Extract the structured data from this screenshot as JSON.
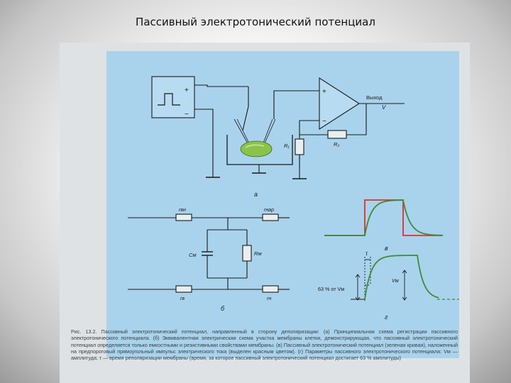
{
  "slide": {
    "title": "Пассивный электротонический потенциал"
  },
  "figure": {
    "panel_a": {
      "label": "а",
      "plus": "+",
      "minus": "−",
      "output_label": "Выход",
      "output_v": "V",
      "r1": "R₁",
      "r2": "R₂"
    },
    "panel_b": {
      "label": "б",
      "r_in": "rвн",
      "r_out": "rнар",
      "cm": "Cм",
      "rm": "Rм",
      "r_bottom_left": "rв",
      "r_bottom_right": "rн"
    },
    "panel_c": {
      "label": "в"
    },
    "panel_d": {
      "label": "г",
      "tau": "τ",
      "percent_label": "63 % от Vм",
      "vm": "Vм"
    }
  },
  "colors": {
    "panel_bg": "#a9d3ec",
    "page_bg": "#dfe2e4",
    "stimulus_red": "#e0302a",
    "response_green": "#3f8a3a",
    "cell_green": "#8bc34a",
    "resistor_fill": "#e9eef0"
  },
  "caption": {
    "text": "Рис. 13.2. Пассивный электротонический потенциал, направленный в сторону деполяризации: (а) Принципиальная схема регистрации пассивного электротонического потенциала. (б) Эквивалентная электрическая схема участка мембраны клетки, демонстрирующая, что пассивный электротонический потенциал определяется только емкостными и резистивными свойствами мембраны. (в) Пассивный электротонический потенциал (зеленая кривая), наложенный на предпороговый прямоугольный импульс электрического тока (выделен красным цветом). (г) Параметры пассивного электротонического потенциала: Vм — амплитуда; τ — время реполяризации мембраны (время, за которое пассивный электротонический потенциал достигает 63 % амплитуды)"
  }
}
